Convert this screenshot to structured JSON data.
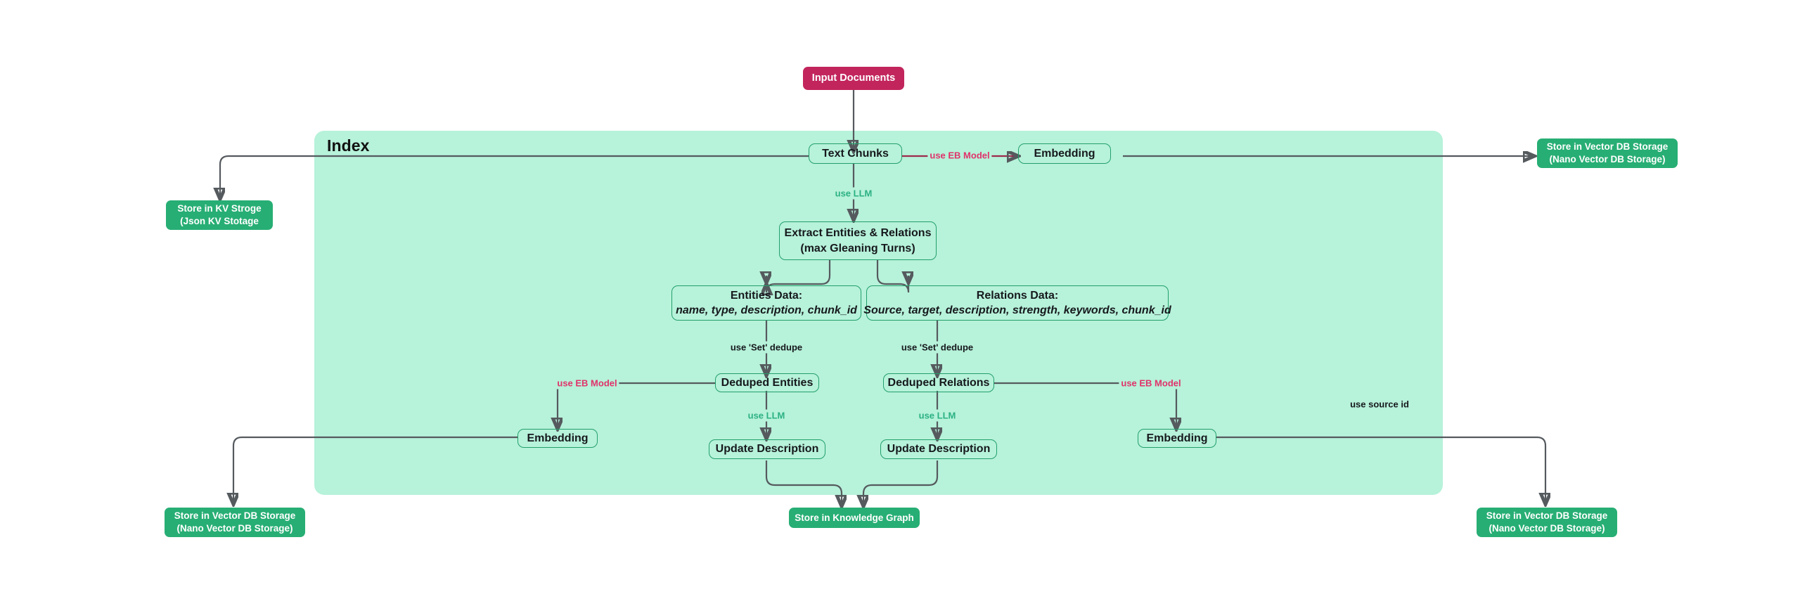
{
  "diagram": {
    "title_hidden": "",
    "subgraph": {
      "label": "Index"
    },
    "nodes": {
      "input_documents": "Input Documents",
      "text_chunks": "Text Chunks",
      "embedding_top": "Embedding",
      "extract_line1": "Extract Entities & Relations",
      "extract_line2": "(max Gleaning Turns)",
      "entities_data_line1": "Entities Data:",
      "entities_data_line2": "name, type, description, chunk_id",
      "relations_data_line1": "Relations Data:",
      "relations_data_line2": "Source, target, description, strength, keywords, chunk_id",
      "deduped_entities": "Deduped Entities",
      "deduped_relations": "Deduped Relations",
      "embedding_left": "Embedding",
      "embedding_right": "Embedding",
      "update_description_left": "Update Description",
      "update_description_right": "Update Description",
      "store_kv_line1": "Store in KV Stroge",
      "store_kv_line2": "(Json KV Stotage",
      "store_vec_topright_line1": "Store in Vector DB Storage",
      "store_vec_topright_line2": "(Nano Vector DB Storage)",
      "store_vec_bottomleft_line1": "Store in Vector DB Storage",
      "store_vec_bottomleft_line2": "(Nano Vector DB Storage)",
      "store_vec_bottomright_line1": "Store in Vector DB Storage",
      "store_vec_bottomright_line2": "(Nano Vector DB Storage)",
      "store_knowledge_graph": "Store in Knowledge Graph"
    },
    "edge_labels": {
      "use_eb_model_top": "use EB Model",
      "use_llm_extract": "use LLM",
      "use_set_dedupe_entities": "use 'Set' dedupe",
      "use_set_dedupe_relations": "use 'Set' dedupe",
      "use_eb_model_entities": "use EB Model",
      "use_eb_model_relations": "use EB Model",
      "use_llm_entities": "use LLM",
      "use_llm_relations": "use LLM",
      "use_source_id": "use source id"
    },
    "colors": {
      "subgraph_fill": "#b7f2da",
      "process_border": "#22a06b",
      "store_fill": "#27ae74",
      "input_fill": "#c2255c",
      "edge_stroke": "#555a5e",
      "label_pink": "#e0326b",
      "label_teal": "#2bb183",
      "label_dark": "#16191d",
      "page_background": "#ffffff"
    }
  }
}
